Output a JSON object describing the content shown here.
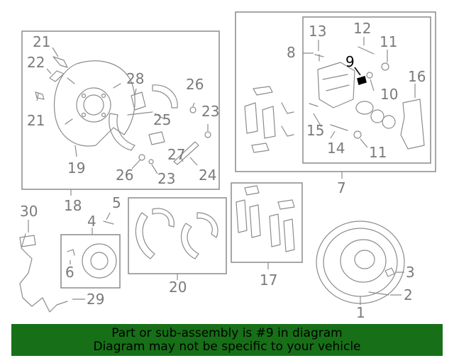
{
  "callouts": {
    "c1": "1",
    "c2": "2",
    "c3": "3",
    "c4": "4",
    "c5": "5",
    "c6": "6",
    "c7": "7",
    "c8": "8",
    "c9": "9",
    "c10": "10",
    "c11a": "11",
    "c11b": "11",
    "c12": "12",
    "c13": "13",
    "c14": "14",
    "c15": "15",
    "c16": "16",
    "c17": "17",
    "c18": "18",
    "c19": "19",
    "c20": "20",
    "c21a": "21",
    "c21b": "21",
    "c22": "22",
    "c23a": "23",
    "c23b": "23",
    "c24": "24",
    "c25": "25",
    "c26a": "26",
    "c26b": "26",
    "c27": "27",
    "c28": "28",
    "c29": "29",
    "c30": "30"
  },
  "banner": {
    "line1": "Part or sub-assembly is #9 in diagram",
    "line2": "Diagram may not be specific to your vehicle",
    "color": "#177017"
  },
  "colors": {
    "highlight": "#000000",
    "line": "#8c8c8c"
  }
}
